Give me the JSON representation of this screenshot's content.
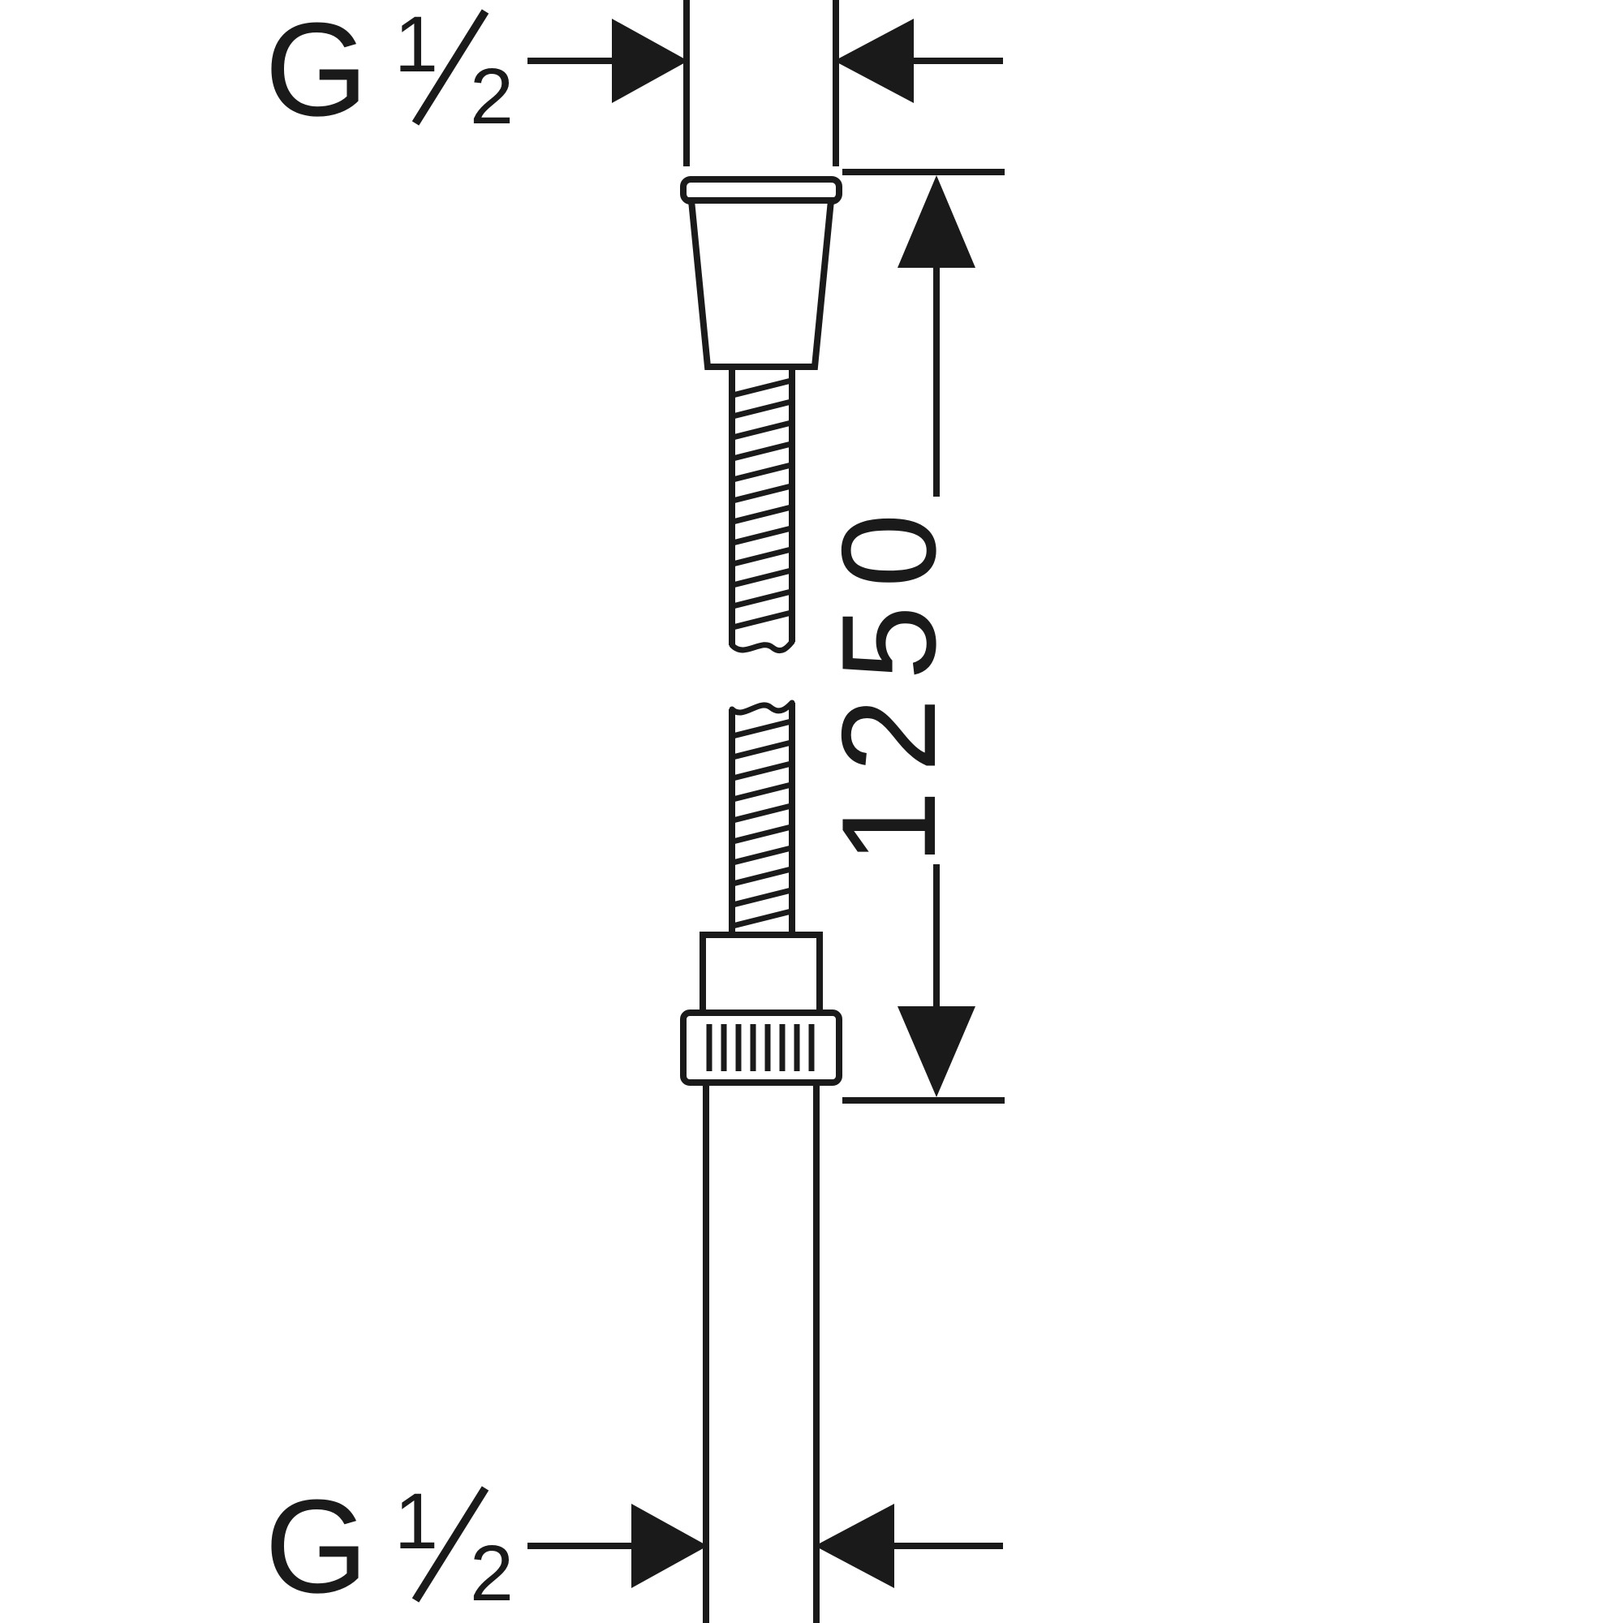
{
  "meta": {
    "background_color": "#ffffff",
    "line_color": "#1a1a1a"
  },
  "labels": {
    "top_connection": {
      "letter": "G",
      "fraction_numerator": "1",
      "fraction_denominator": "2"
    },
    "bottom_connection": {
      "letter": "G",
      "fraction_numerator": "1",
      "fraction_denominator": "2"
    },
    "length_dimension": {
      "value": "1250"
    }
  }
}
